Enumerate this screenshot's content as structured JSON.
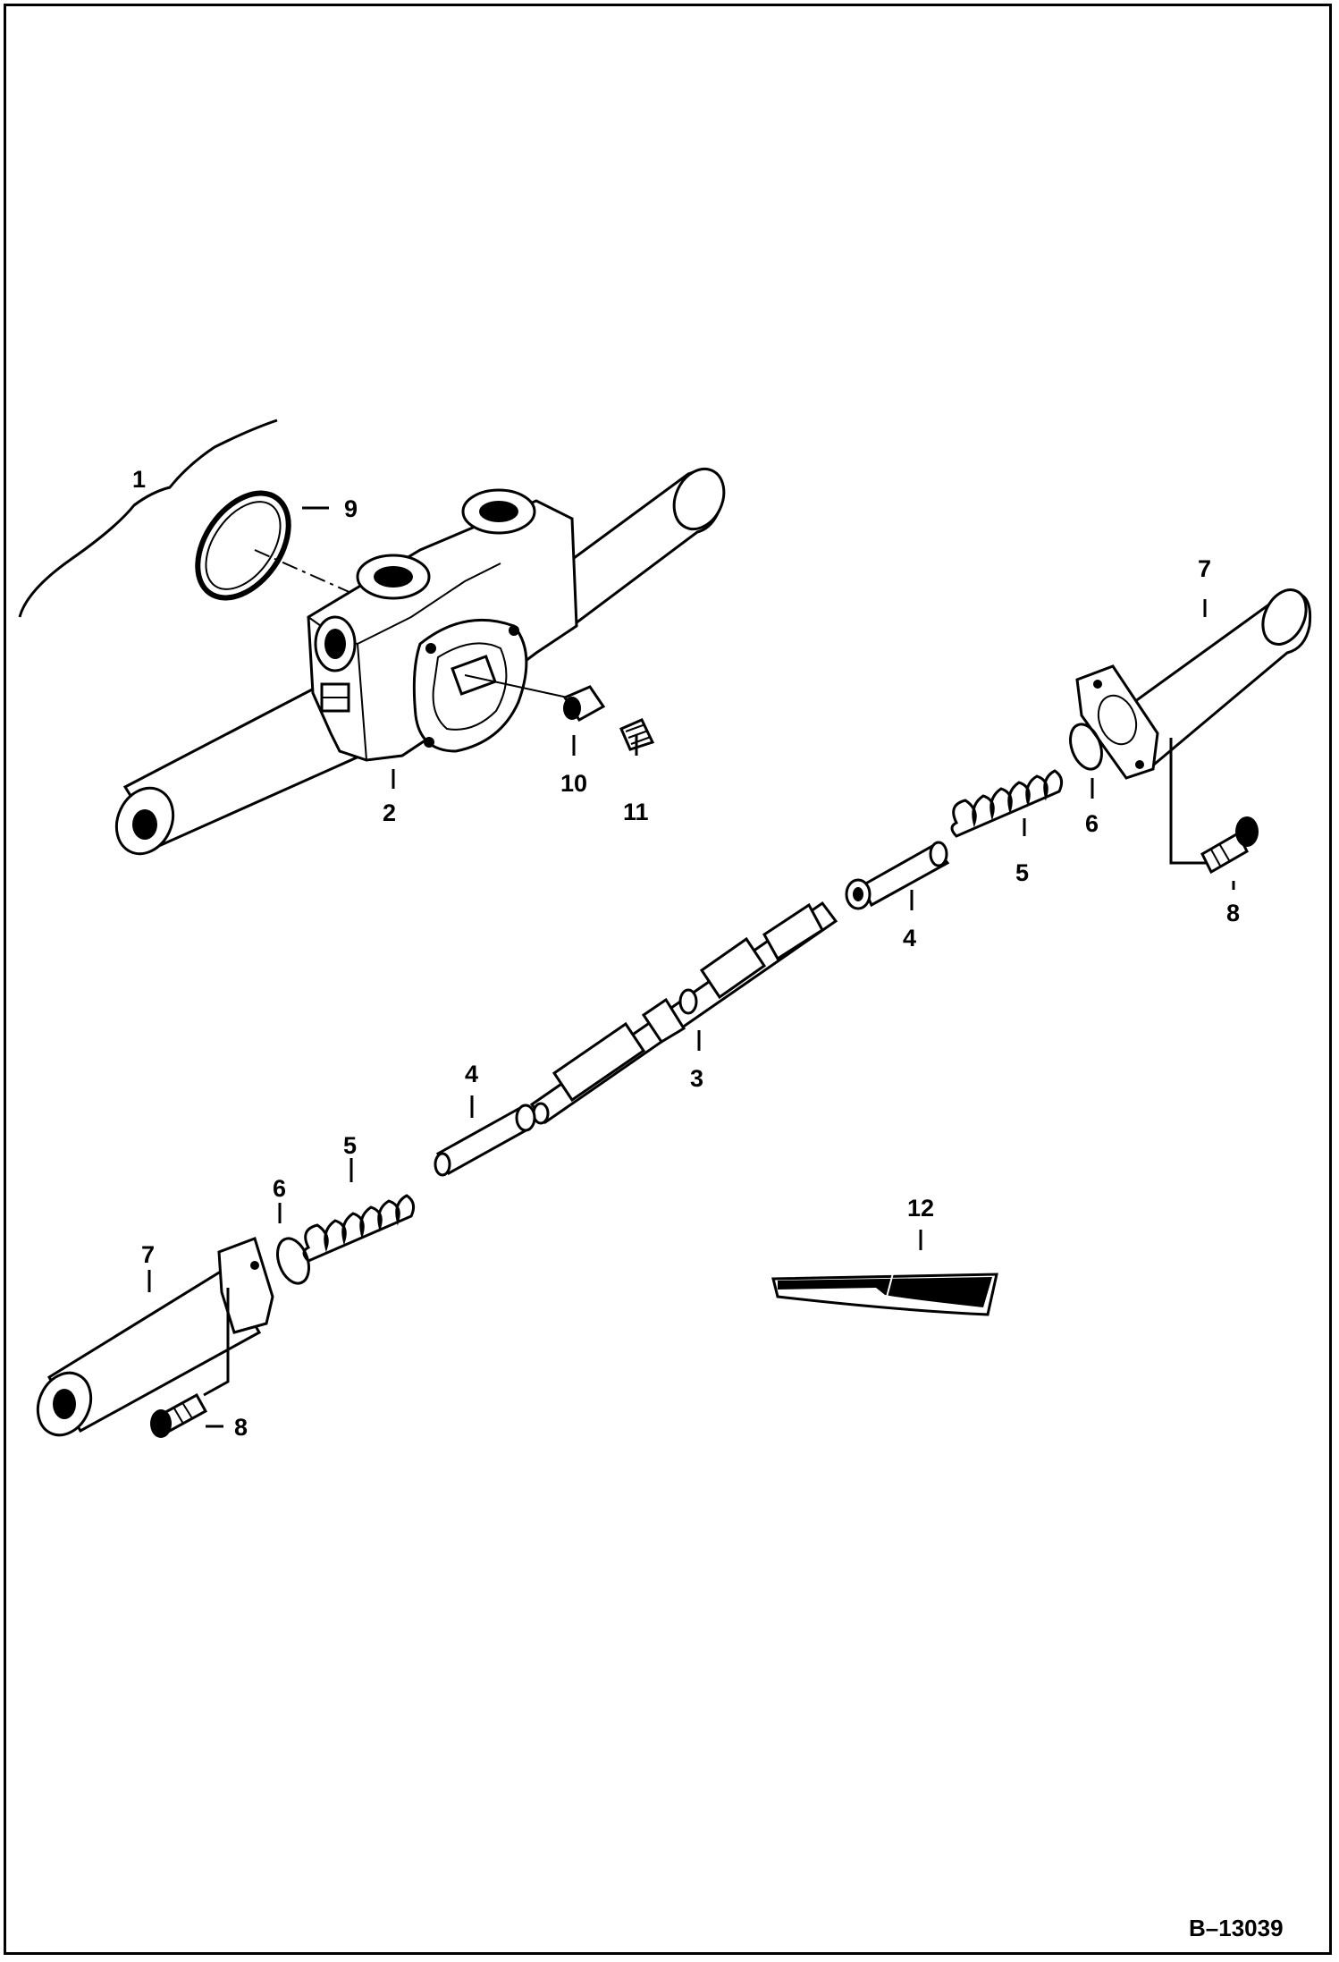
{
  "drawing_number": "B–13039",
  "callouts": {
    "c1": "1",
    "c2": "2",
    "c3": "3",
    "c4a": "4",
    "c4b": "4",
    "c5a": "5",
    "c5b": "5",
    "c6a": "6",
    "c6b": "6",
    "c7a": "7",
    "c7b": "7",
    "c8a": "8",
    "c8b": "8",
    "c9": "9",
    "c10": "10",
    "c11": "11",
    "c12": "12"
  }
}
